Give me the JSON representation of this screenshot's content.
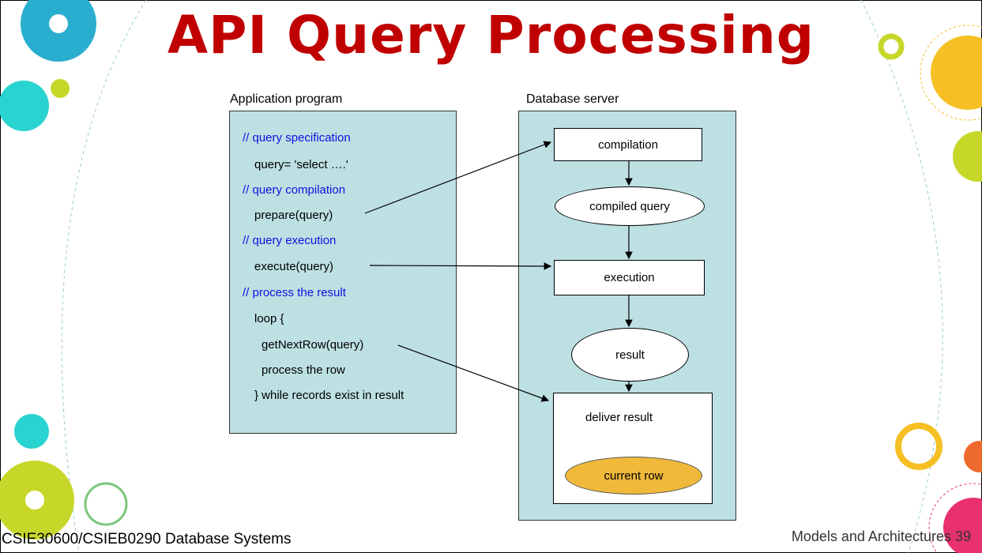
{
  "slide": {
    "title": "API Query Processing",
    "footer_left": "CSIE30600/CSIEB0290 Database Systems",
    "footer_right": "Models and Architectures 39"
  },
  "application": {
    "label": "Application program",
    "lines": [
      {
        "text": "// query specification",
        "kind": "comment"
      },
      {
        "text": "query= 'select ….'",
        "kind": "code"
      },
      {
        "text": "// query compilation",
        "kind": "comment"
      },
      {
        "text": "prepare(query)",
        "kind": "code"
      },
      {
        "text": "// query execution",
        "kind": "comment"
      },
      {
        "text": "execute(query)",
        "kind": "code"
      },
      {
        "text": "// process the result",
        "kind": "comment"
      },
      {
        "text": "loop {",
        "kind": "code"
      },
      {
        "text": "getNextRow(query)",
        "kind": "code"
      },
      {
        "text": "process the row",
        "kind": "code"
      },
      {
        "text": "} while records exist in result",
        "kind": "code"
      }
    ]
  },
  "server": {
    "label": "Database server",
    "compilation": "compilation",
    "compiled_query": "compiled query",
    "execution": "execution",
    "result": "result",
    "deliver_result": "deliver result",
    "current_row": "current row"
  },
  "colors": {
    "title": "#c00000",
    "comment": "#1010e0",
    "box_fill": "#bde0e3",
    "current_row_fill": "#f0b93a"
  }
}
